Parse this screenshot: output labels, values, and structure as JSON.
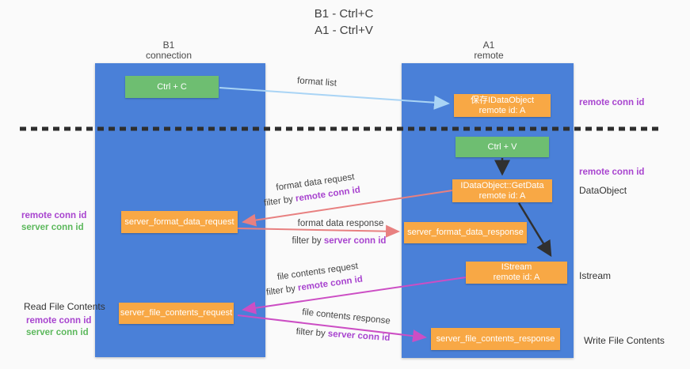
{
  "title": {
    "line1": "B1 - Ctrl+C",
    "line2": "A1 - Ctrl+V"
  },
  "lanes": {
    "left": {
      "name": "B1",
      "role": "connection"
    },
    "right": {
      "name": "A1",
      "role": "remote"
    }
  },
  "boxes": {
    "ctrl_c": {
      "label": "Ctrl + C"
    },
    "ctrl_v": {
      "label": "Ctrl + V"
    },
    "store_dataobject": {
      "line1": "保存IDataObject",
      "line2": "remote id: A"
    },
    "getdata": {
      "line1": "IDataObject::GetData",
      "line2": "remote id: A"
    },
    "istream": {
      "line1": "IStream",
      "line2": "remote id: A"
    },
    "server_format_data_request": {
      "label": "server_format_data_request"
    },
    "server_format_data_response": {
      "label": "server_format_data_response"
    },
    "server_file_contents_request": {
      "label": "server_file_contents_request"
    },
    "server_file_contents_response": {
      "label": "server_file_contents_response"
    }
  },
  "arrow_labels": {
    "format_list": "format list",
    "format_data_request": "format data request",
    "format_data_response": "format data response",
    "file_contents_request": "file contents request",
    "file_contents_response": "file contents response",
    "filter_by": "filter by",
    "remote_conn_id": "remote conn id",
    "server_conn_id": "server conn id"
  },
  "side_labels": {
    "right_remote_conn_id_top": "remote conn id",
    "right_remote_conn_id_mid": "remote conn id",
    "dataobject": "DataObject",
    "istream": "Istream",
    "write_file_contents": "Write File Contents",
    "read_file_contents": "Read File Contents",
    "left_remote_conn_id_mid": "remote conn id",
    "left_server_conn_id_mid": "server conn id",
    "left_remote_conn_id_bottom": "remote conn id",
    "left_server_conn_id_bottom": "server conn id"
  },
  "colors": {
    "lane_blue": "#4a80d8",
    "box_orange": "#f8a845",
    "box_green": "#6ebe71",
    "accent_purple": "#a844cf",
    "accent_green": "#5cb85c",
    "arrow_red": "#e88080",
    "arrow_magenta": "#cc4ec4",
    "arrow_blue": "#a9d4f5",
    "arrow_black": "#303030"
  }
}
